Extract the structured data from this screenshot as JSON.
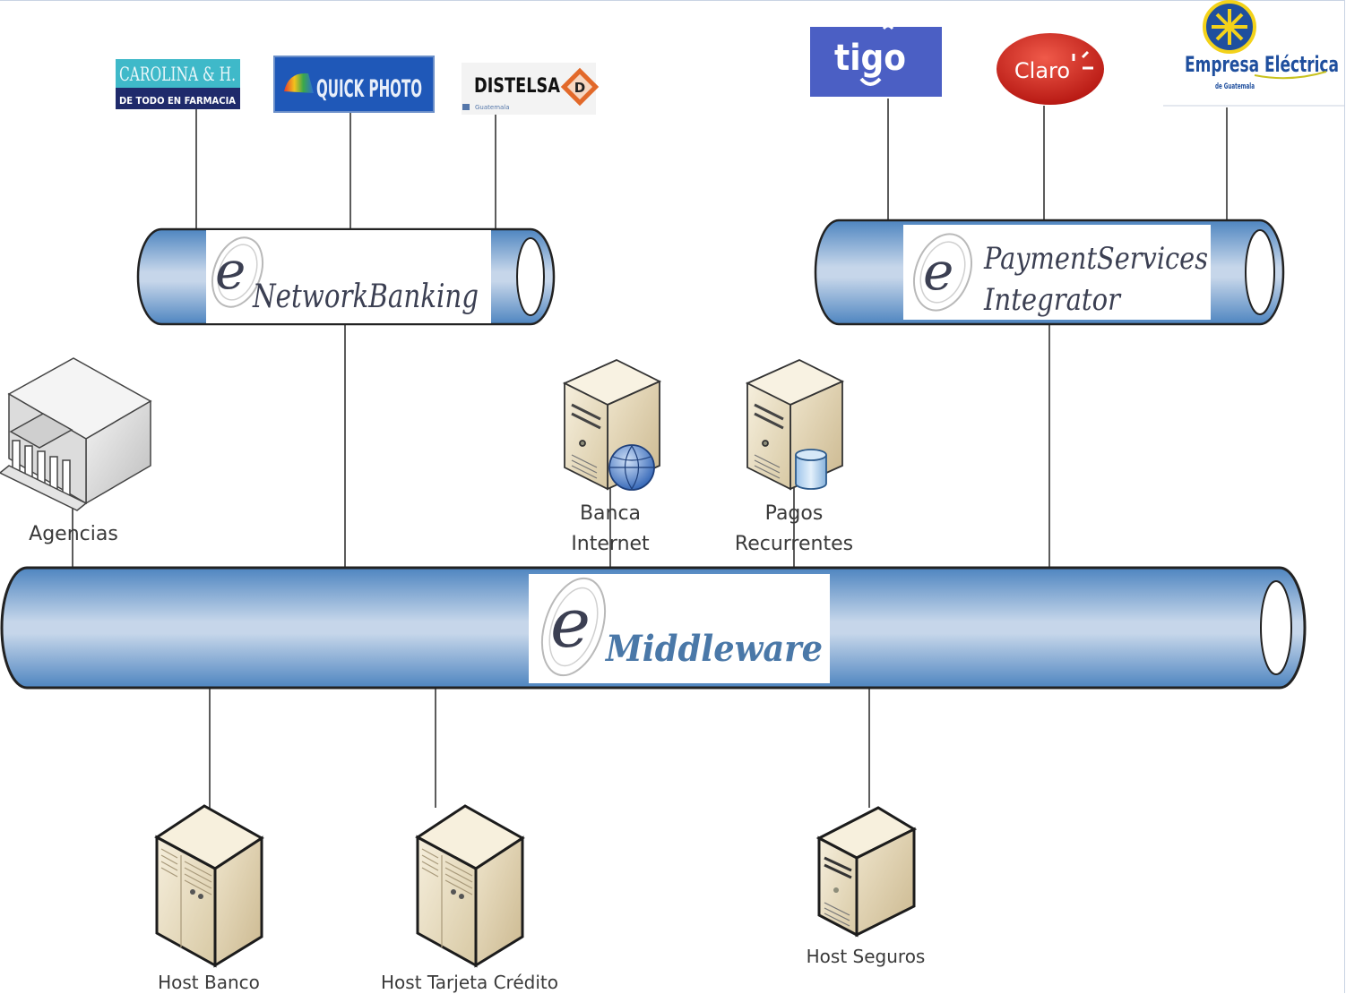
{
  "diagram": {
    "title": "eMiddleware architecture",
    "colors": {
      "bus_blue": "#5b8fc7",
      "bus_light": "#c9d8ea",
      "server_beige": "#e8dcc0",
      "line": "#333333",
      "label": "#3a3a3a"
    }
  },
  "partners_left": [
    {
      "name": "carolina-h",
      "line1": "CAROLINA & H.",
      "line2": "DE TODO EN FARMACIA"
    },
    {
      "name": "quick-photo",
      "line1": "QUICK PHOTO"
    },
    {
      "name": "distelsa",
      "line1": "DISTELSA",
      "line2": "Guatemala",
      "badge": "D"
    }
  ],
  "partners_right": [
    {
      "name": "tigo",
      "line1": "tigo"
    },
    {
      "name": "claro",
      "line1": "Claro"
    },
    {
      "name": "empresa-electrica",
      "line1": "Empresa Eléctrica",
      "line2": "de Guatemala"
    }
  ],
  "buses": {
    "network_banking": {
      "prefix": "e",
      "label": "NetworkBanking"
    },
    "payment_services": {
      "prefix": "e",
      "line1": "PaymentServices",
      "line2": "Integrator"
    },
    "middleware": {
      "prefix": "e",
      "label": "Middleware"
    }
  },
  "nodes": {
    "agencias": {
      "label": "Agencias",
      "icon": "bank-building-icon"
    },
    "banca_internet": {
      "line1": "Banca",
      "line2": "Internet",
      "icon": "web-server-icon"
    },
    "pagos_recurrentes": {
      "line1": "Pagos",
      "line2": "Recurrentes",
      "icon": "database-server-icon"
    },
    "host_banco": {
      "label": "Host Banco",
      "icon": "mainframe-icon"
    },
    "host_tarjeta": {
      "label": "Host Tarjeta Crédito",
      "icon": "mainframe-icon"
    },
    "host_seguros": {
      "label": "Host Seguros",
      "icon": "server-icon"
    }
  }
}
